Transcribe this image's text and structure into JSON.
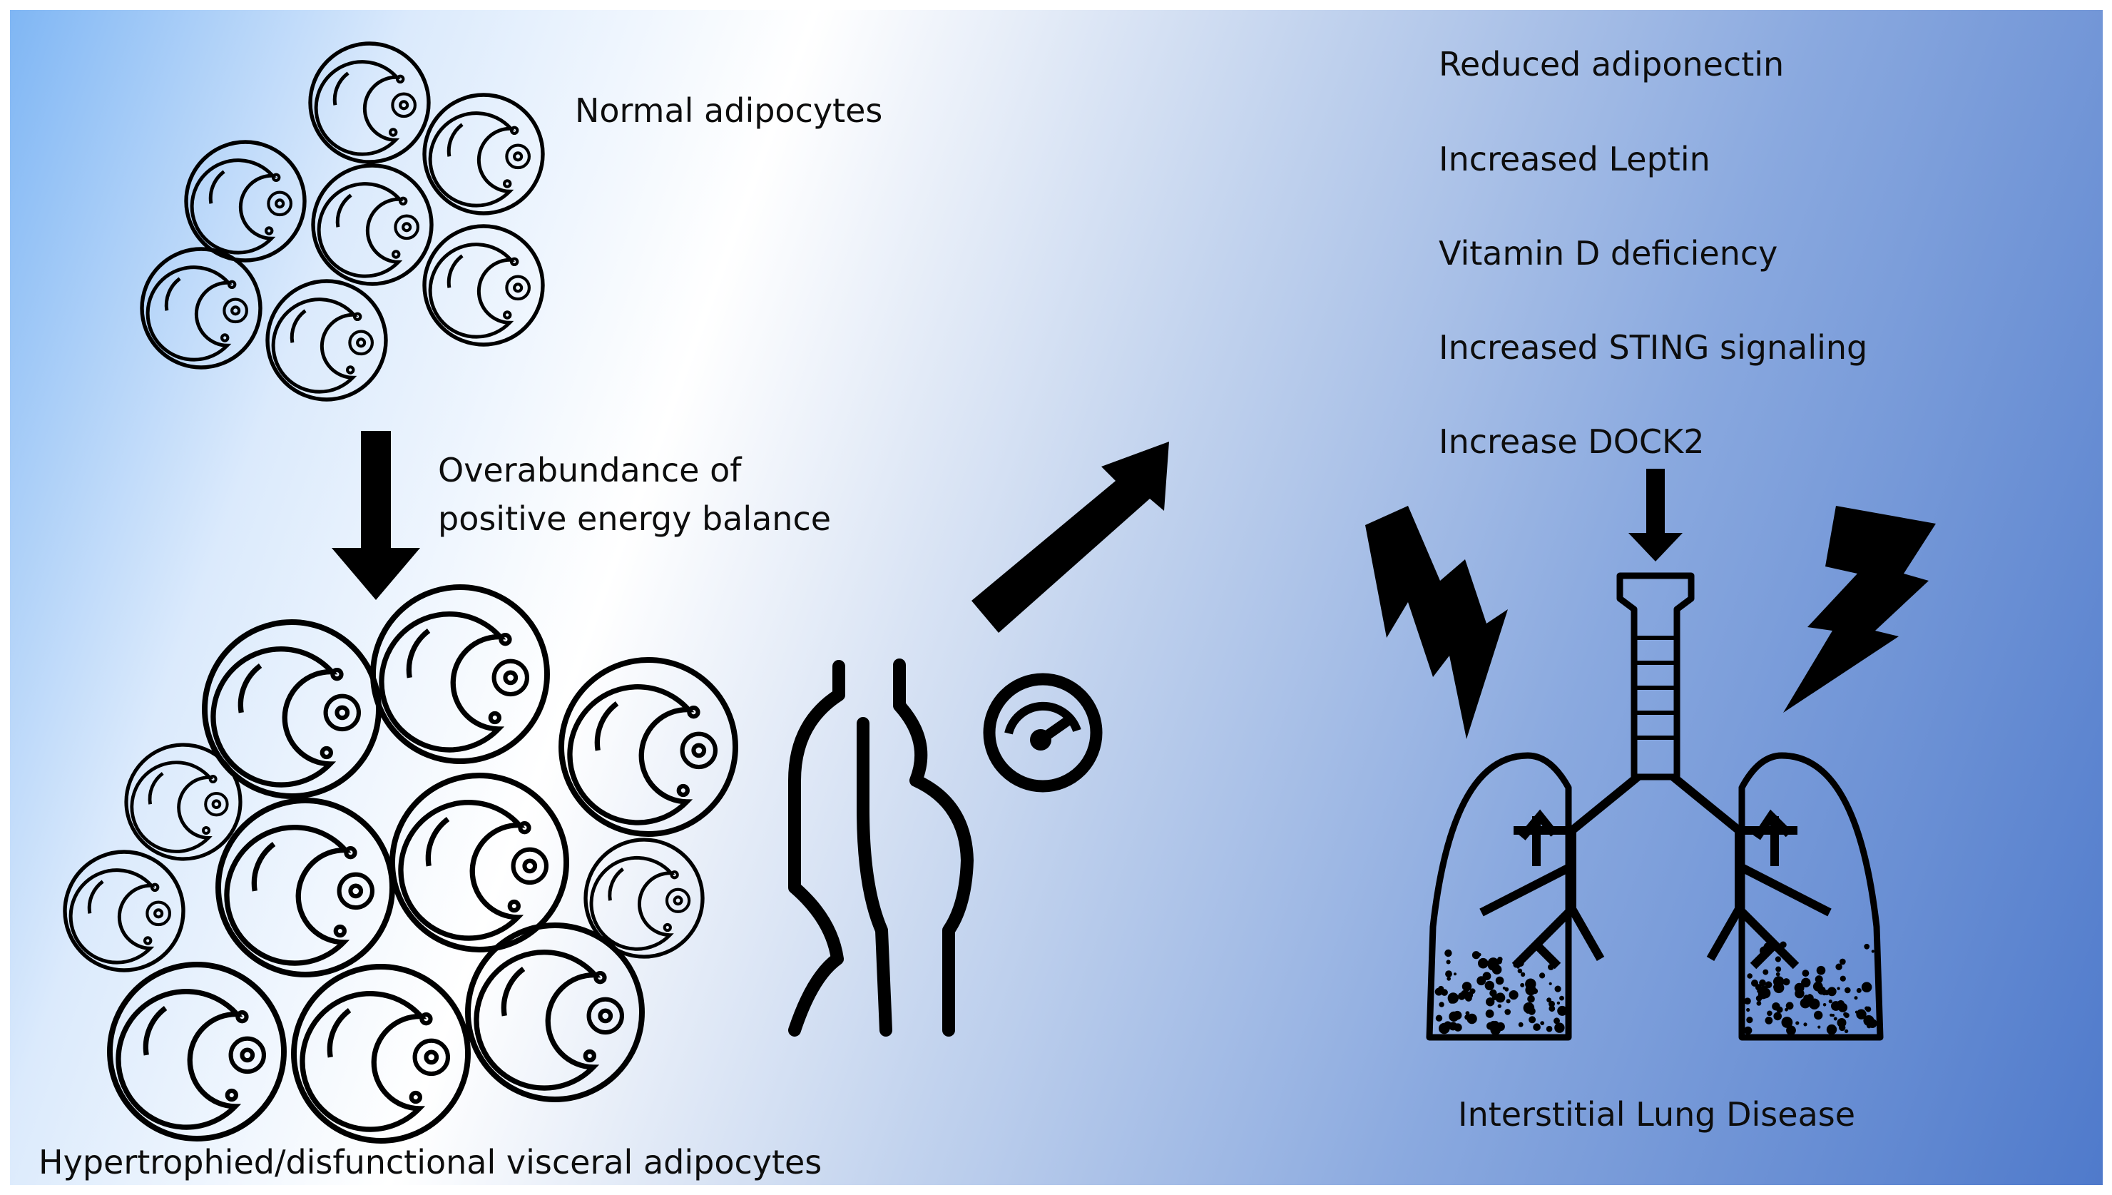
{
  "labels": {
    "normal_adipocytes": "Normal adipocytes",
    "energy_line1": "Overabundance of",
    "energy_line2": "positive energy balance",
    "hypertrophied": "Hypertrophied/disfunctional visceral adipocytes",
    "ild": "Interstitial Lung Disease"
  },
  "factors": [
    "Reduced adiponectin",
    "Increased Leptin",
    "Vitamin D deficiency",
    "Increased STING signaling",
    "Increase DOCK2"
  ],
  "colors": {
    "gradient_light": "#ffffff",
    "gradient_left": "#7fb6f4",
    "gradient_right": "#4f7acb",
    "ink": "#000000"
  },
  "icons": [
    "adipocyte-cell-icon",
    "down-arrow-icon",
    "obese-body-icon",
    "gauge-icon",
    "diagonal-arrow-icon",
    "lightning-bolt-icon",
    "lungs-icon"
  ]
}
